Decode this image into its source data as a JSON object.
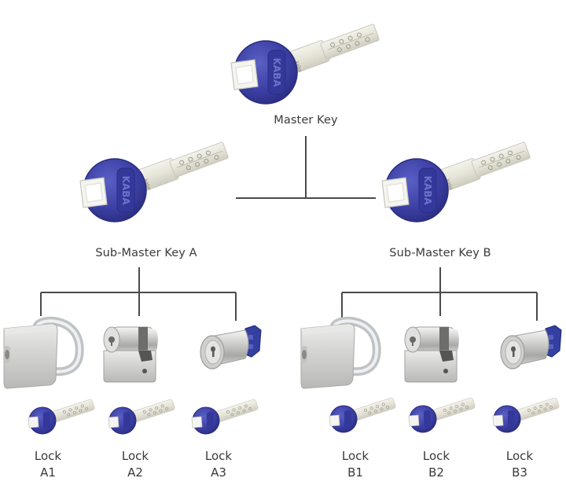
{
  "diagram": {
    "title": "Master key system hierarchy",
    "colors": {
      "key_head": "#3d41a6",
      "key_head_dark": "#2c2f86",
      "key_plaque": "#34389a",
      "key_blade": "#e9e7dc",
      "line": "#4a4a4a",
      "label_text": "#3a3a3a",
      "metal": "#d4d4d2",
      "metal_dark": "#9a9a98",
      "cam_cap": "#3340a0"
    },
    "master": {
      "label": "Master Key",
      "icon": "master-key-icon",
      "brand": "KABA"
    },
    "submasters": [
      {
        "id": "A",
        "label": "Sub-Master Key A",
        "icon": "key-icon",
        "brand": "KABA",
        "locks": [
          {
            "type": "padlock",
            "line1": "Lock",
            "line2": "A1"
          },
          {
            "type": "half-cylinder",
            "line1": "Lock",
            "line2": "A2"
          },
          {
            "type": "cam-lock",
            "line1": "Lock",
            "line2": "A3"
          }
        ]
      },
      {
        "id": "B",
        "label": "Sub-Master Key B",
        "icon": "key-icon",
        "brand": "KABA",
        "locks": [
          {
            "type": "padlock",
            "line1": "Lock",
            "line2": "B1"
          },
          {
            "type": "half-cylinder",
            "line1": "Lock",
            "line2": "B2"
          },
          {
            "type": "cam-lock",
            "line1": "Lock",
            "line2": "B3"
          }
        ]
      }
    ]
  }
}
